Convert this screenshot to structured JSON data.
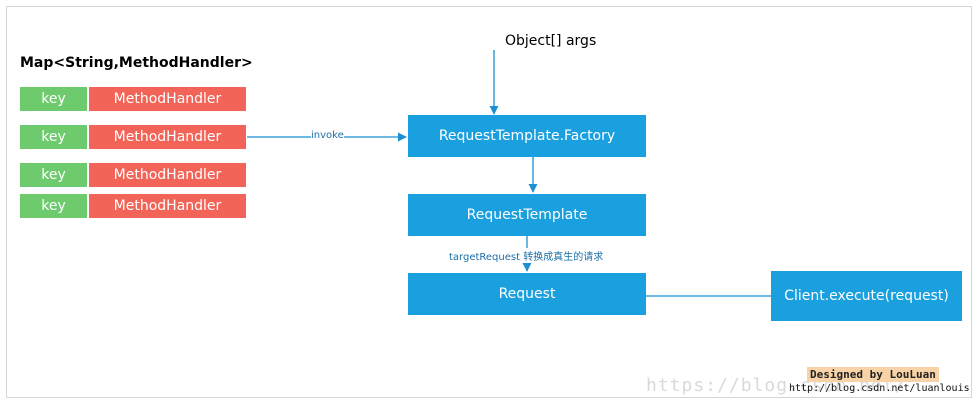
{
  "map": {
    "title": "Map<String,MethodHandler>",
    "rows": [
      {
        "key": "key",
        "handler": "MethodHandler"
      },
      {
        "key": "key",
        "handler": "MethodHandler"
      },
      {
        "key": "key",
        "handler": "MethodHandler"
      },
      {
        "key": "key",
        "handler": "MethodHandler"
      }
    ]
  },
  "flow": {
    "input_label": "Object[] args",
    "invoke_label": "invoke",
    "factory_label": "RequestTemplate.Factory",
    "template_label": "RequestTemplate",
    "target_label": "targetRequest 转换成真生的请求",
    "request_label": "Request",
    "client_label": "Client.execute(request)"
  },
  "credit": {
    "designed_by": "Designed by LouLuan",
    "url": "http://blog.csdn.net/luanlouis",
    "watermark": "https://blog.csdn.net/"
  },
  "colors": {
    "key_green": "#6dcb6d",
    "handler_red": "#f26457",
    "box_blue": "#1a9fdf",
    "arrow_blue": "#1b8fd1"
  }
}
